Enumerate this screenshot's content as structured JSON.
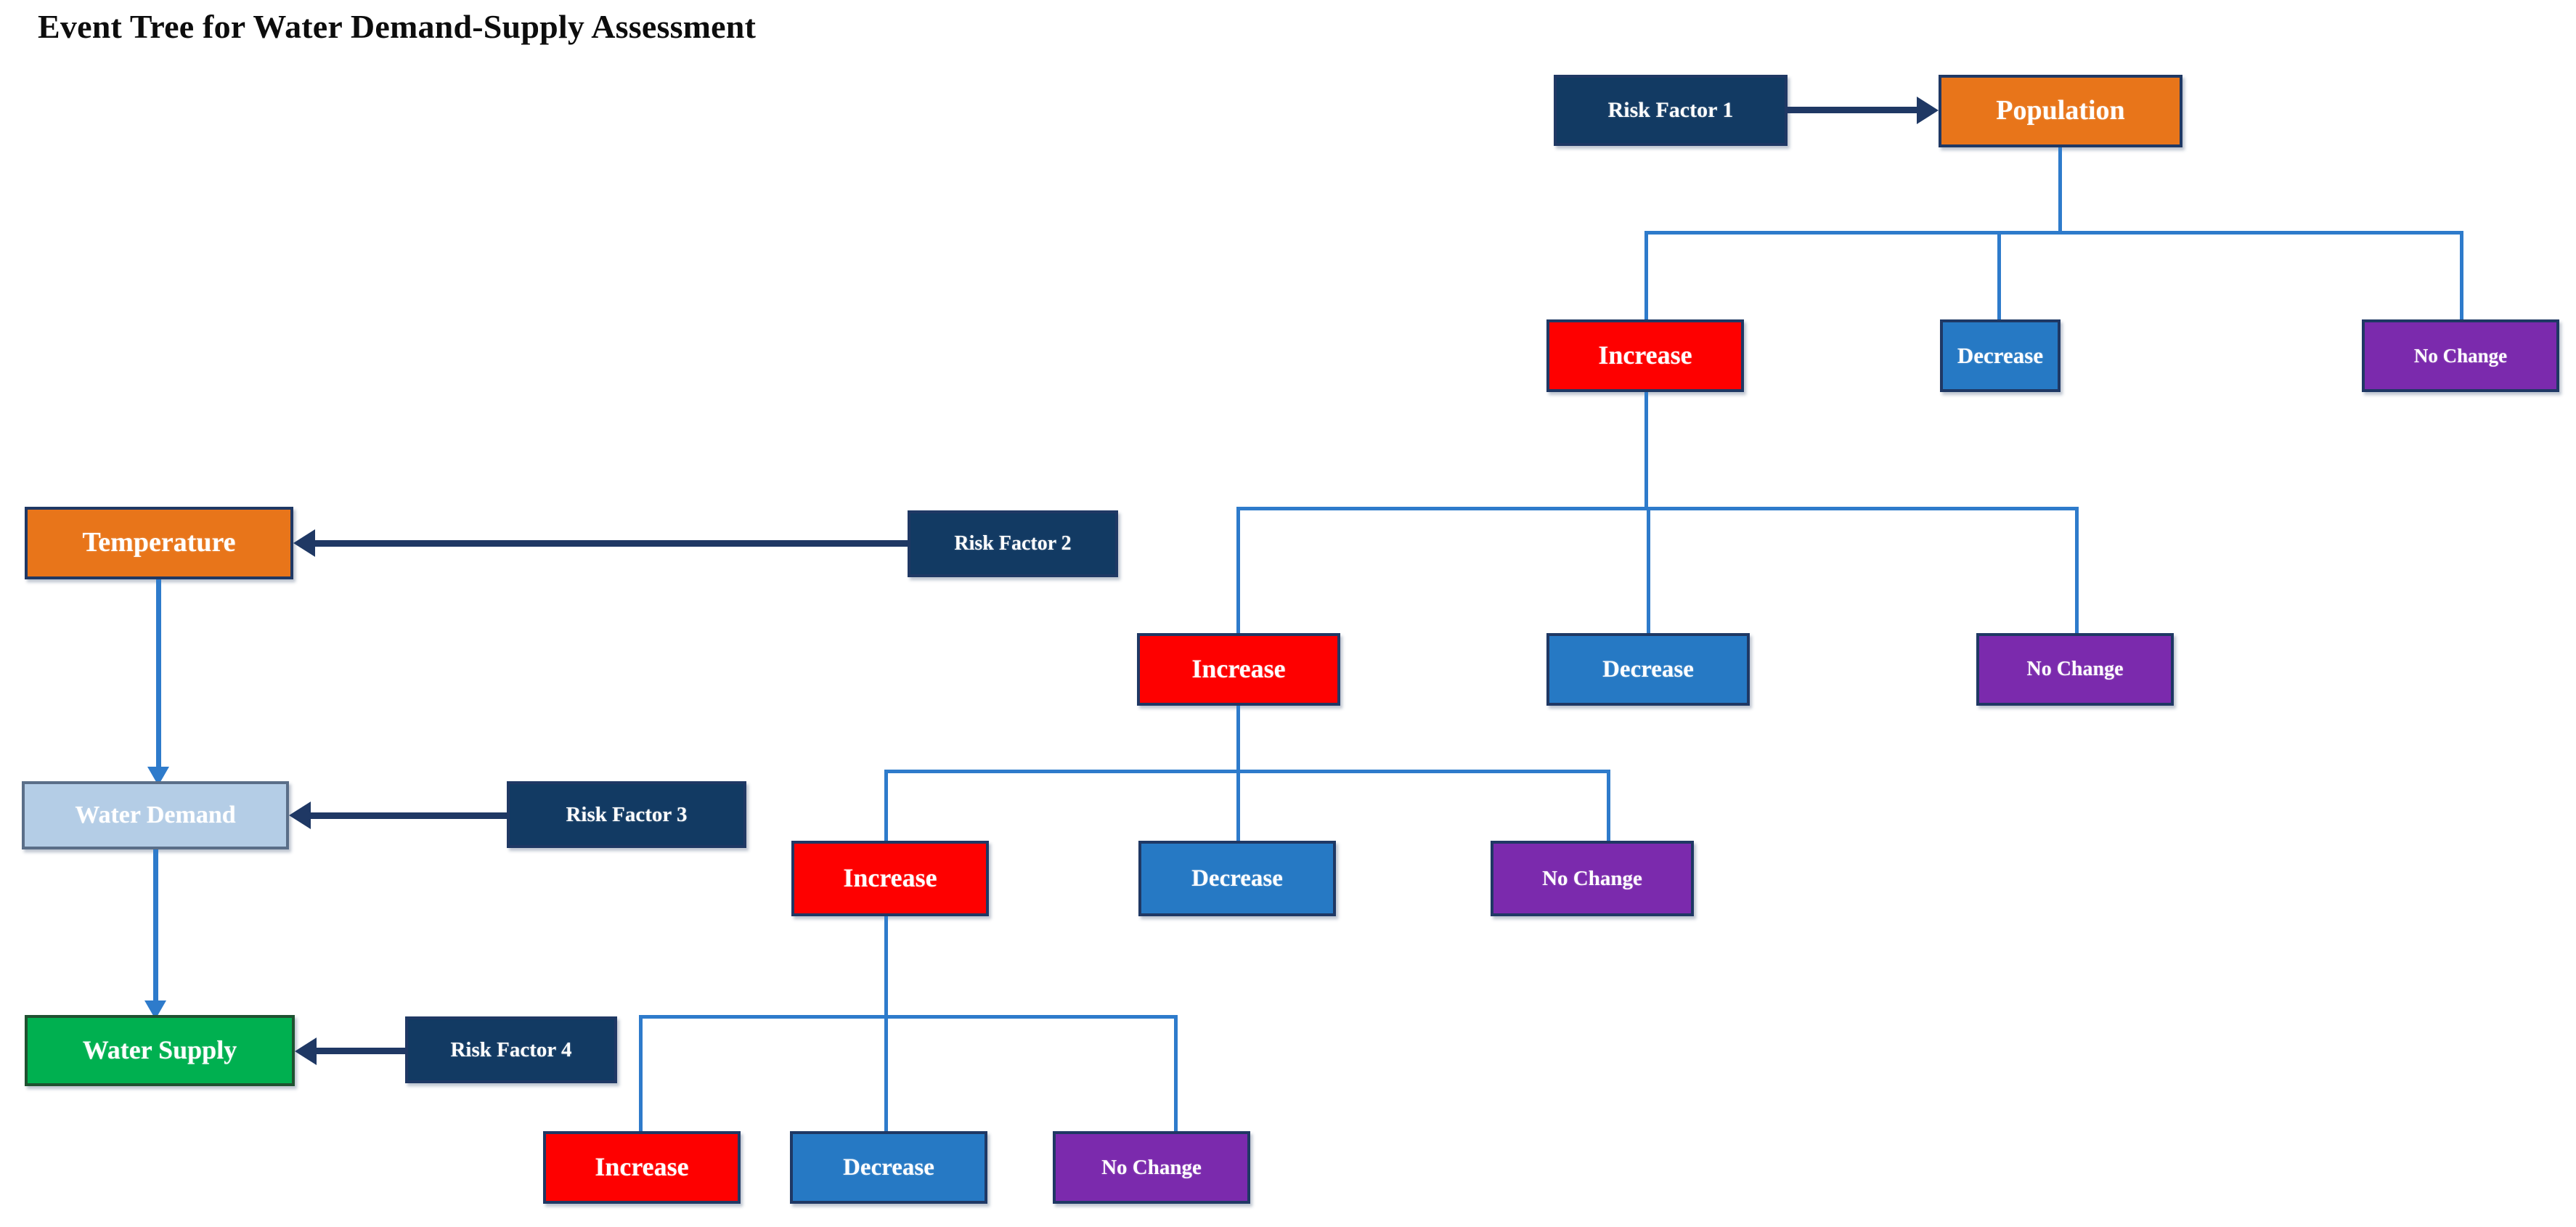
{
  "title": "Event Tree for Water Demand-Supply Assessment",
  "palette": {
    "risk_navy": "#123A63",
    "orange": "#E8751A",
    "steel_blue": "#B4CDE6",
    "green": "#00B050",
    "red": "#FE0000",
    "blue": "#2679C4",
    "purple": "#7B2AAD",
    "connector_blue": "#2E7BCB",
    "arrow_navy": "#1F3864",
    "border_navy": "#1F3864",
    "text_white": "#FFFFFF",
    "title_black": "#0D0D0D",
    "background": "#FFFFFF"
  },
  "drivers": [
    {
      "risk_label": "Risk Factor 1",
      "node_label": "Population"
    },
    {
      "risk_label": "Risk Factor 2",
      "node_label": "Temperature"
    },
    {
      "risk_label": "Risk Factor 3",
      "node_label": "Water Demand"
    },
    {
      "risk_label": "Risk Factor 4",
      "node_label": "Water Supply"
    }
  ],
  "outcomes": {
    "increase": "Increase",
    "decrease": "Decrease",
    "no_change": "No Change"
  },
  "levels": [
    {
      "parent": "Population",
      "branches": [
        "Increase",
        "Decrease",
        "No Change"
      ]
    },
    {
      "parent": "Temperature",
      "branches": [
        "Increase",
        "Decrease",
        "No Change"
      ]
    },
    {
      "parent": "Water Demand",
      "branches": [
        "Increase",
        "Decrease",
        "No Change"
      ]
    },
    {
      "parent": "Water Supply",
      "branches": [
        "Increase",
        "Decrease",
        "No Change"
      ]
    }
  ]
}
